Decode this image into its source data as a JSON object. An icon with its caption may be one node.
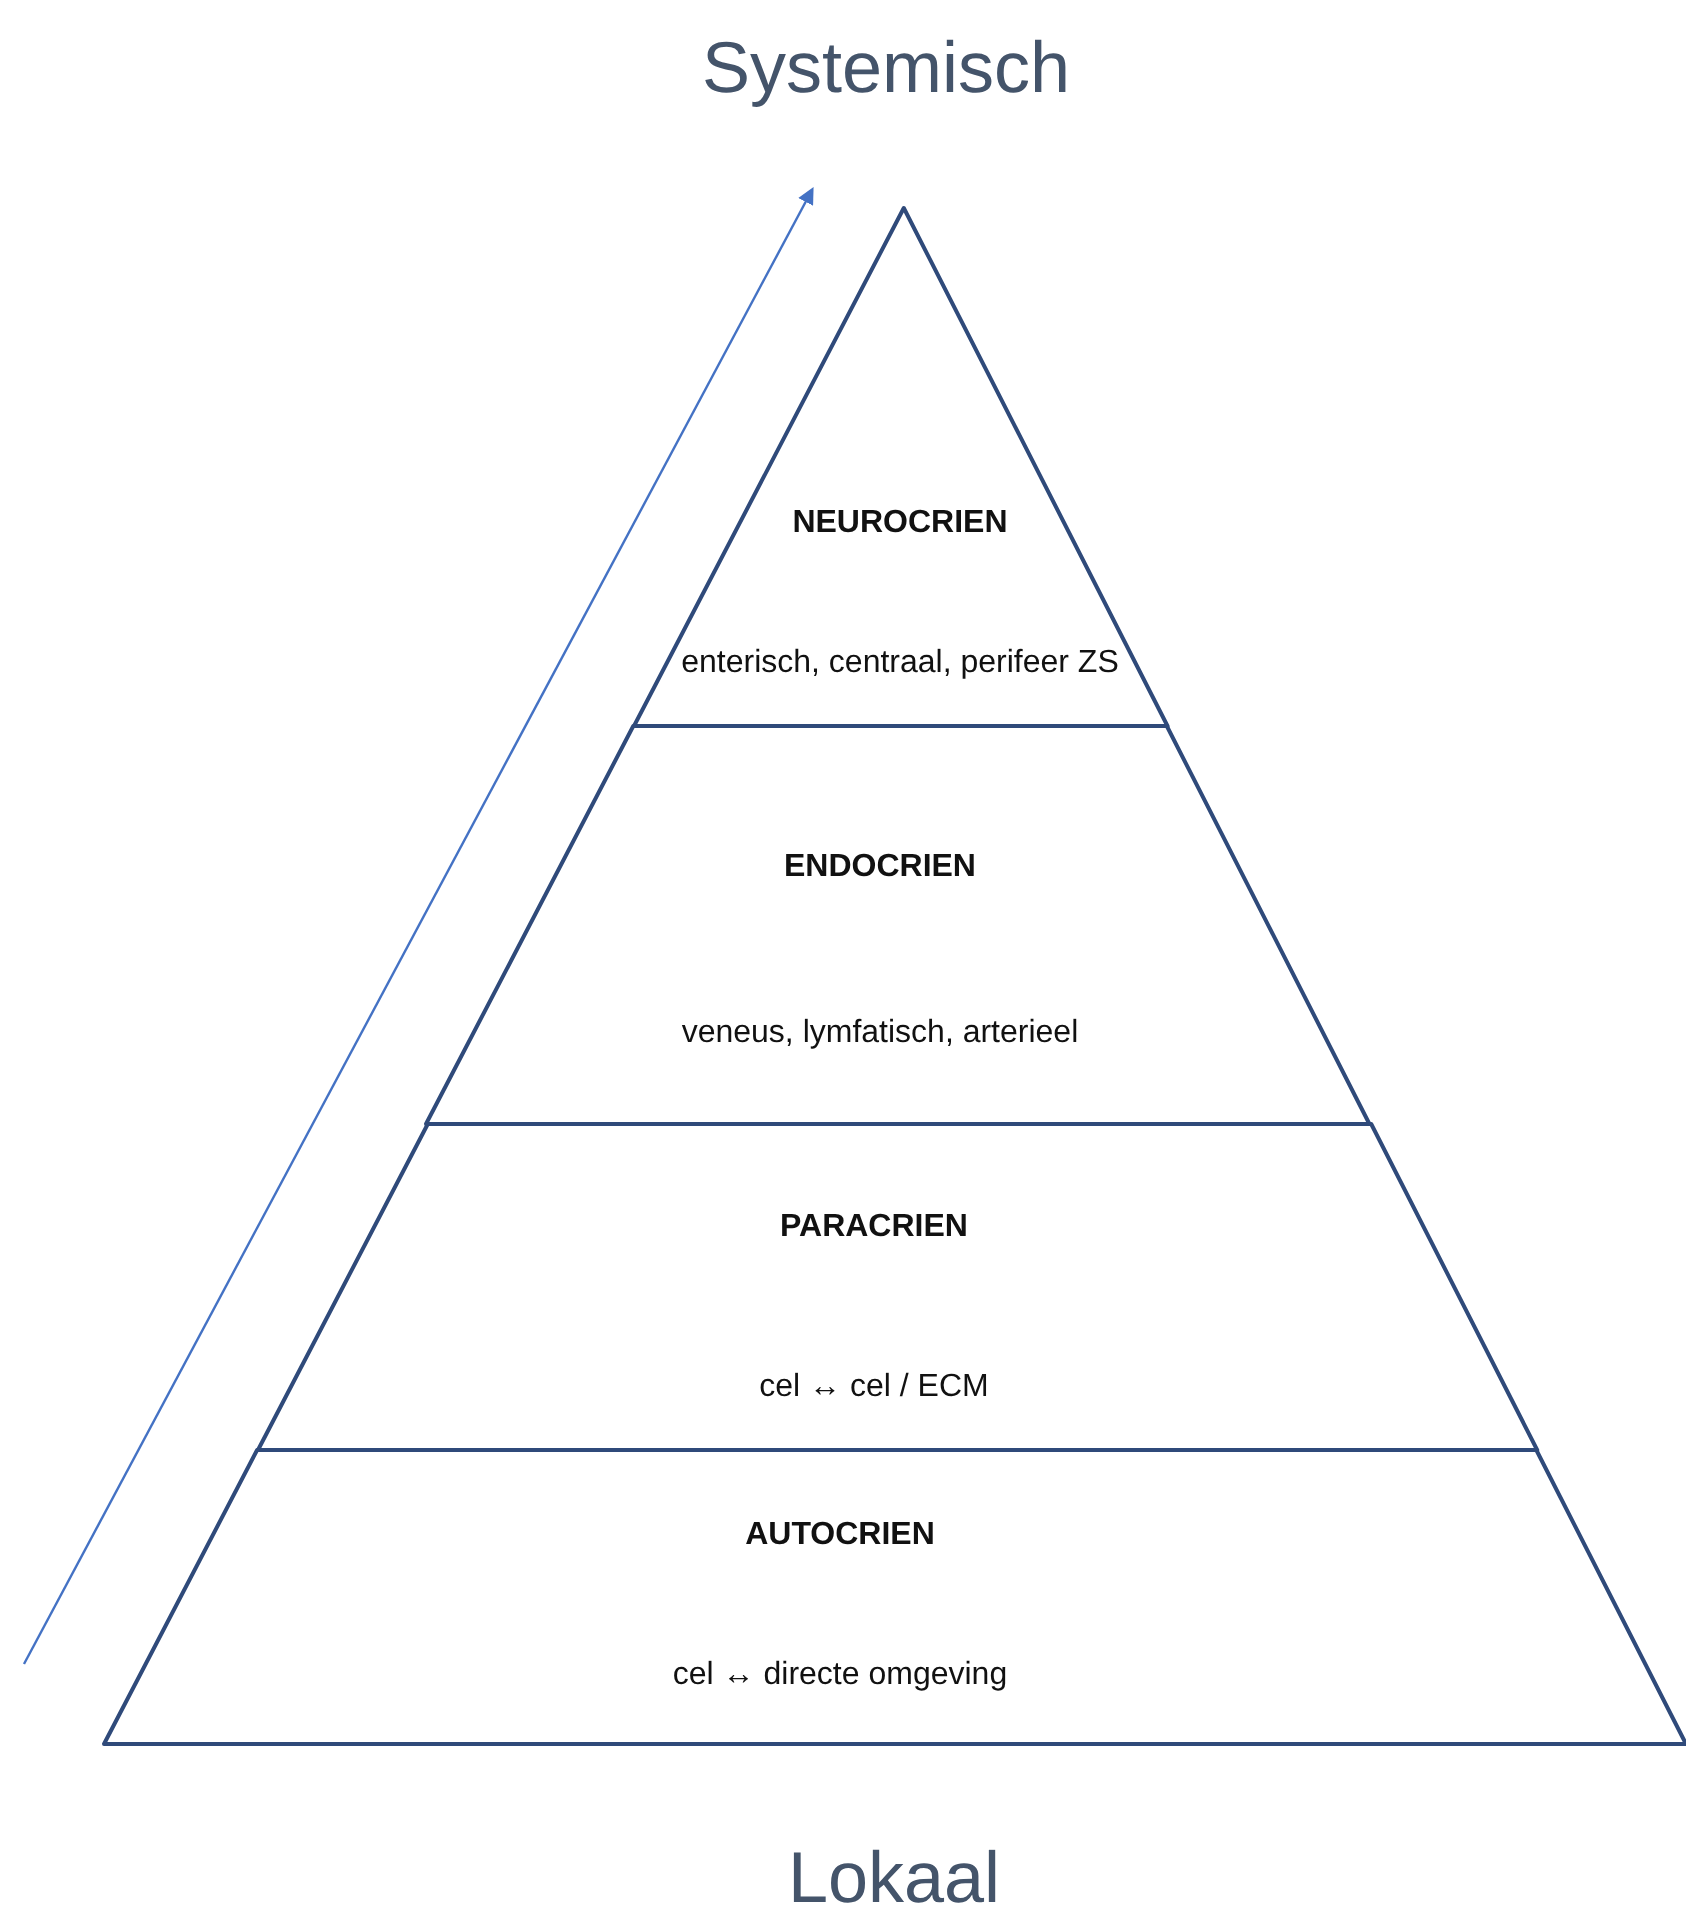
{
  "diagram": {
    "nodes": [
      {
        "text": [
          "NEUROCRIEN",
          "enterisch, centraal, perifeer ZS"
        ]
      },
      {
        "text": [
          "ENDOCRIEN",
          "veneus, lymfatisch, arterieel"
        ]
      },
      {
        "text": [
          "PARACRIEN",
          "cel ↔ cel / ECM"
        ]
      },
      {
        "text": [
          "AUTOCRIEN",
          "cel ↔ directe omgeving"
        ]
      }
    ],
    "edges": [],
    "labels": [
      "Systemisch",
      "Lokaal"
    ]
  }
}
